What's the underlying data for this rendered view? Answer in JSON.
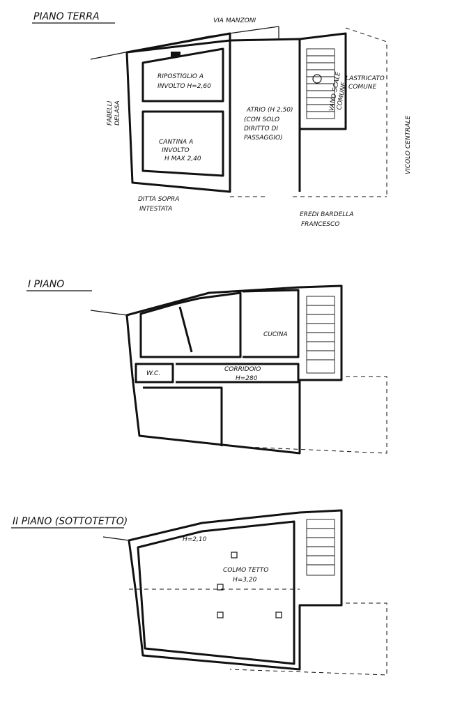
{
  "floors": {
    "ground": {
      "title": "PIANO TERRA",
      "street_top": "VIA MANZONI",
      "street_right": "VICOLO CENTRALE",
      "rooms": {
        "ripostiglio": [
          "RIPOSTIGLIO A",
          "INVOLTO H=2,60"
        ],
        "cantina": [
          "CANTINA A",
          "INVOLTO",
          "H MAX 2,40"
        ],
        "atrio": [
          "ATRIO (H 2,50)",
          "(CON SOLO",
          "DIRITTO DI",
          "PASSAGGIO)"
        ],
        "lastricato": [
          "LASTRICATO",
          "COMUNE"
        ],
        "vano_scale": [
          "VANO SCALE",
          "COMUNE"
        ]
      },
      "neighbors": {
        "left": [
          "FABELLI",
          "DELASA"
        ],
        "bottom_left": [
          "DITTA SOPRA",
          "INTESTATA"
        ],
        "bottom_right": [
          "EREDI BARDELLA",
          "FRANCESCO"
        ]
      }
    },
    "first": {
      "title": "I PIANO",
      "rooms": {
        "cucina": "CUCINA",
        "wc": "W.C.",
        "corridoio": [
          "CORRIDOIO",
          "H=280"
        ]
      }
    },
    "second": {
      "title": "II PIANO (SOTTOTETTO)",
      "height_label": "H=2,10",
      "ridge_label": [
        "COLMO TETTO",
        "H=3,20"
      ]
    }
  }
}
